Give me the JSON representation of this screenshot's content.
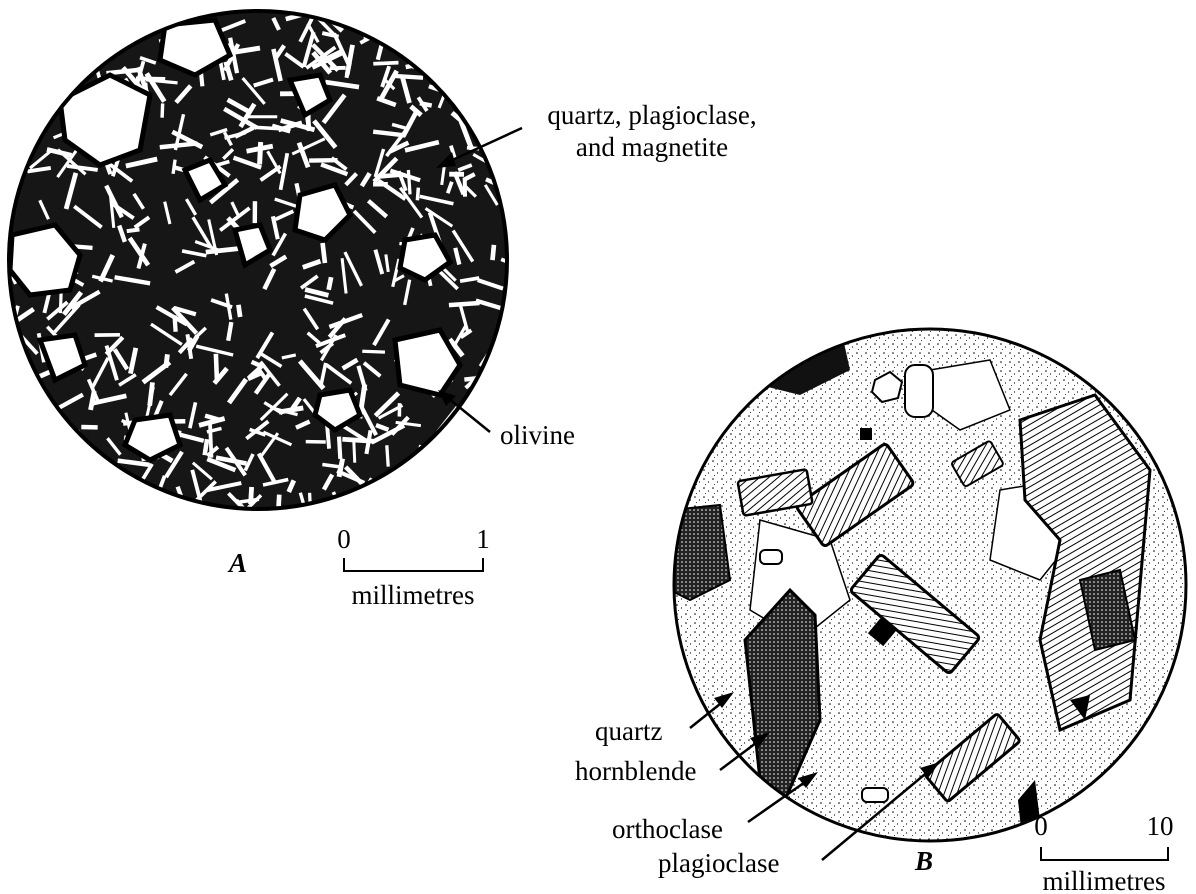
{
  "panel_a": {
    "letter": "A",
    "labels": {
      "quartz_line1": "quartz, plagioclase,",
      "quartz_line2": "and magnetite",
      "olivine": "olivine"
    },
    "scale": {
      "start": "0",
      "end": "1",
      "unit": "millimetres"
    }
  },
  "panel_b": {
    "letter": "B",
    "labels": {
      "quartz": "quartz",
      "hornblende": "hornblende",
      "orthoclase": "orthoclase",
      "plagioclase": "plagioclase"
    },
    "scale": {
      "start": "0",
      "end": "10",
      "unit": "millimetres"
    }
  }
}
